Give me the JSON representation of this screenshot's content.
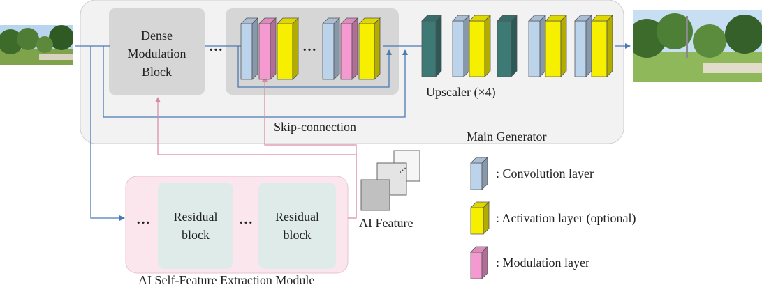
{
  "main_generator": {
    "title": "Main Generator",
    "dense_block_label": [
      "Dense",
      "Modulation",
      "Block"
    ],
    "upscaler_label": "Upscaler (×4)",
    "skip_connection_label": "Skip-connection"
  },
  "extraction_module": {
    "title": "AI Self-Feature Extraction Module",
    "residual_block_1": [
      "Residual",
      "block"
    ],
    "residual_block_2": [
      "Residual",
      "block"
    ]
  },
  "ai_feature_label": "AI Feature",
  "ellipsis": "…",
  "legend": {
    "items": [
      {
        "label": ": Convolution layer",
        "color": "#bcd3ec",
        "icon": "convolution-layer-icon"
      },
      {
        "label": ": Activation layer (optional)",
        "color": "#f7ef00",
        "icon": "activation-layer-icon"
      },
      {
        "label": ": Modulation layer",
        "color": "#f59ad1",
        "icon": "modulation-layer-icon"
      }
    ]
  },
  "colors": {
    "conv": "#bcd3ec",
    "activation": "#f7ef00",
    "modulation": "#f59ad1",
    "upscale_conv": "#3d7a76",
    "main_panel": "#f2f2f2",
    "dense_block": "#d6d6d6",
    "module_panel": "#fbe6ee",
    "residual_block": "#deebe9",
    "arrow_blue": "#4b79b4",
    "arrow_pink": "#d98aa3"
  }
}
